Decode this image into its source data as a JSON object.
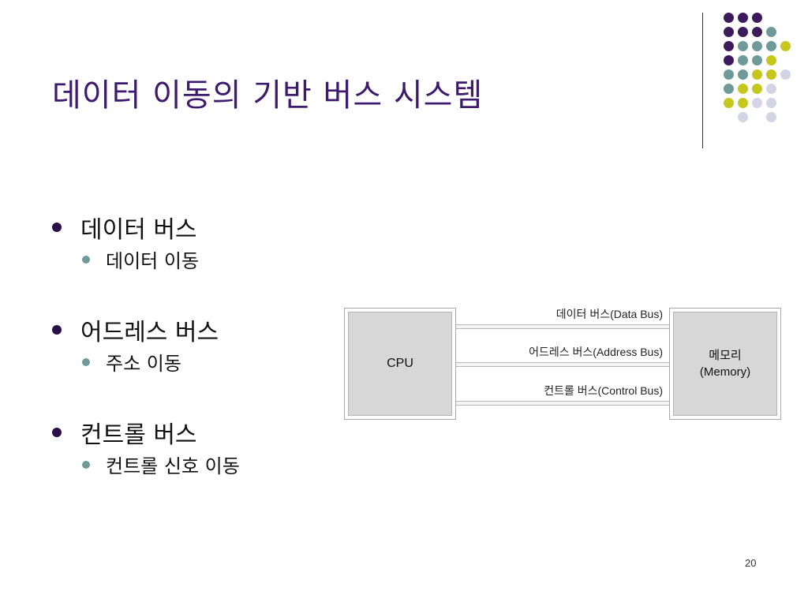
{
  "slide": {
    "title": "데이터 이동의 기반 버스 시스템",
    "page_number": "20"
  },
  "bullets": [
    {
      "label": "데이터 버스",
      "sub": "데이터 이동"
    },
    {
      "label": "어드레스 버스",
      "sub": "주소 이동"
    },
    {
      "label": "컨트롤 버스",
      "sub": "컨트롤 신호 이동"
    }
  ],
  "diagram": {
    "cpu_label": "CPU",
    "memory_label_line1": "메모리",
    "memory_label_line2": "(Memory)",
    "buses": [
      {
        "label": "데이터 버스(Data Bus)"
      },
      {
        "label": "어드레스 버스(Address Bus)"
      },
      {
        "label": "컨트롤 버스(Control Bus)"
      }
    ]
  },
  "colors": {
    "title": "#3d1a6e",
    "dot_purple": "#3d1a5b",
    "dot_teal": "#6f9a9a",
    "dot_yellow": "#c6c61e",
    "dot_lavender": "#d4d4e4"
  },
  "decoration": {
    "dot_grid_rows": [
      [
        "purple",
        "purple",
        "purple"
      ],
      [
        "purple",
        "purple",
        "purple",
        "teal"
      ],
      [
        "purple",
        "teal",
        "teal",
        "teal",
        "yellow"
      ],
      [
        "purple",
        "teal",
        "teal",
        "yellow"
      ],
      [
        "teal",
        "teal",
        "yellow",
        "yellow",
        "lavender"
      ],
      [
        "teal",
        "yellow",
        "yellow",
        "lavender"
      ],
      [
        "yellow",
        "yellow",
        "lavender",
        "lavender"
      ],
      [
        "lavender",
        "lavender"
      ]
    ]
  }
}
